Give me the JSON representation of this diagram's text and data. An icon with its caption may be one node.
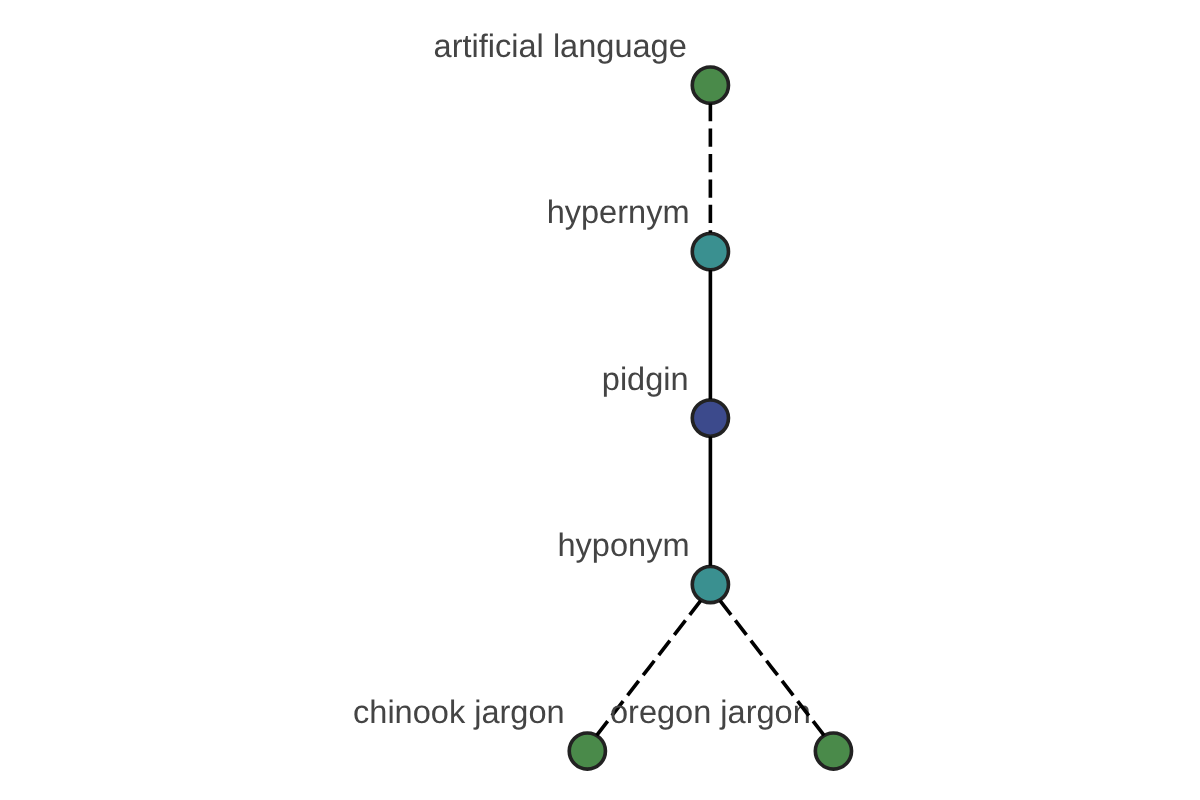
{
  "diagram": {
    "nodes": [
      {
        "text": [
          "artificial language"
        ]
      },
      {
        "text": [
          "hypernym"
        ]
      },
      {
        "text": [
          "pidgin"
        ]
      },
      {
        "text": [
          "hyponym"
        ]
      },
      {
        "text": [
          "chinook jargon"
        ]
      },
      {
        "text": [
          "oregon jargon"
        ]
      }
    ],
    "edges": [
      {
        "from": 0,
        "to": 1,
        "arrow": "none",
        "style": "dashed"
      },
      {
        "from": 1,
        "to": 2,
        "arrow": "none"
      },
      {
        "from": 2,
        "to": 3,
        "arrow": "none"
      },
      {
        "from": 3,
        "to": 4,
        "arrow": "none",
        "style": "dashed"
      },
      {
        "from": 3,
        "to": 5,
        "arrow": "none",
        "style": "dashed"
      }
    ]
  }
}
